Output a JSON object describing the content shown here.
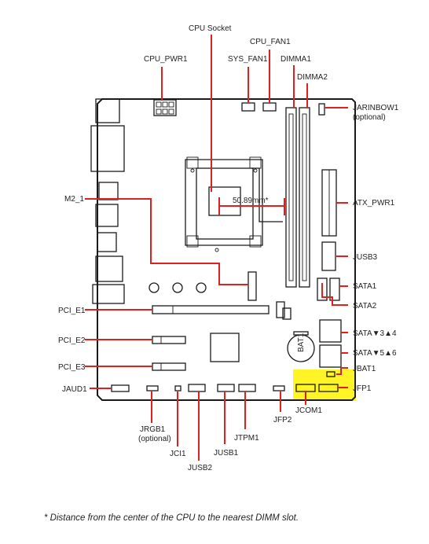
{
  "labels": {
    "cpu_socket": "CPU Socket",
    "cpu_fan1": "CPU_FAN1",
    "cpu_pwr1": "CPU_PWR1",
    "sys_fan1": "SYS_FAN1",
    "dimma1": "DIMMA1",
    "dimma2": "DIMMA2",
    "jarinbow1": "JARINBOW1",
    "jarinbow1_note": "(optional)",
    "atx_pwr1": "ATX_PWR1",
    "jusb3": "JUSB3",
    "sata1": "SATA1",
    "sata2": "SATA2",
    "sata34": "SATA▼3▲4",
    "sata56": "SATA▼5▲6",
    "jbat1": "JBAT1",
    "jfp1": "JFP1",
    "jcom1": "JCOM1",
    "jfp2": "JFP2",
    "jtpm1": "JTPM1",
    "jusb1": "JUSB1",
    "jusb2": "JUSB2",
    "jci1": "JCI1",
    "jrgb1": "JRGB1",
    "jrgb1_note": "(optional)",
    "jaud1": "JAUD1",
    "m2_1": "M2_1",
    "pci_e1": "PCI_E1",
    "pci_e2": "PCI_E2",
    "pci_e3": "PCI_E3",
    "distance": "50.89mm*",
    "bat_mark": "BAT1"
  },
  "footnote": "* Distance from the center of the CPU to the nearest DIMM slot.",
  "colors": {
    "leader": "#e0201e",
    "highlight": "#fff200",
    "outline": "#1a1a1a"
  }
}
